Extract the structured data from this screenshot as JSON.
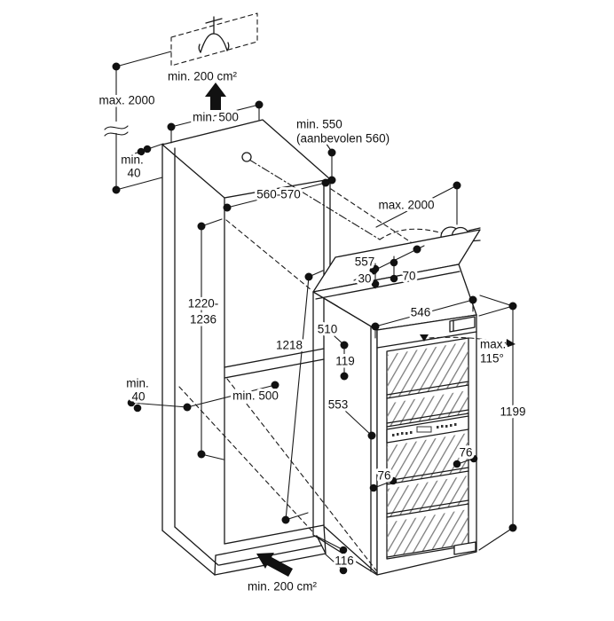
{
  "diagram": {
    "type": "appliance-installation-drawing",
    "subject": "built-in wine cabinet niche",
    "colors": {
      "line": "#1a1a1a",
      "panel_shade": "#ececec",
      "hatch": "#7d7d7d",
      "background": "#ffffff",
      "solid_fill": "#111111"
    },
    "labels": {
      "vent_top": "min. 200 cm²",
      "vent_bottom": "min. 200 cm²",
      "max2000_left": "max. 2000",
      "max2000_right": "max. 2000",
      "min40_top_l1": "min.",
      "min40_top_l2": "40",
      "min40_mid_l1": "min.",
      "min40_mid_l2": "40",
      "min500_top": "min. 500",
      "min500_mid": "min. 500",
      "min550_l1": "min. 550",
      "min550_l2": "(aanbevolen 560)",
      "niche_width": "560-570",
      "niche_height_l1": "1220-",
      "niche_height_l2": "1236",
      "inner_height": "1218",
      "depth_557": "557",
      "offset_30": "30",
      "offset_70": "70",
      "width_546": "546",
      "dim_510": "510",
      "dim_119": "119",
      "dim_553": "553",
      "angle_max_l1": "max.",
      "angle_max_l2": "115°",
      "height_1199": "1199",
      "shelf_76_left": "76",
      "shelf_76_right": "76",
      "plinth_116": "116"
    },
    "icons": {
      "airflow": "air-vent-flow-icon",
      "vent_arrow_top": "black-arrow-up",
      "vent_arrow_plinth": "black-arrow-up-left",
      "power_plug": "mains-plug-icon",
      "cable_outlet": "outlet-circle-icon",
      "hinge_marker": "triangle-marker-icon",
      "swing_arrow": "door-swing-arrow-icon"
    }
  }
}
